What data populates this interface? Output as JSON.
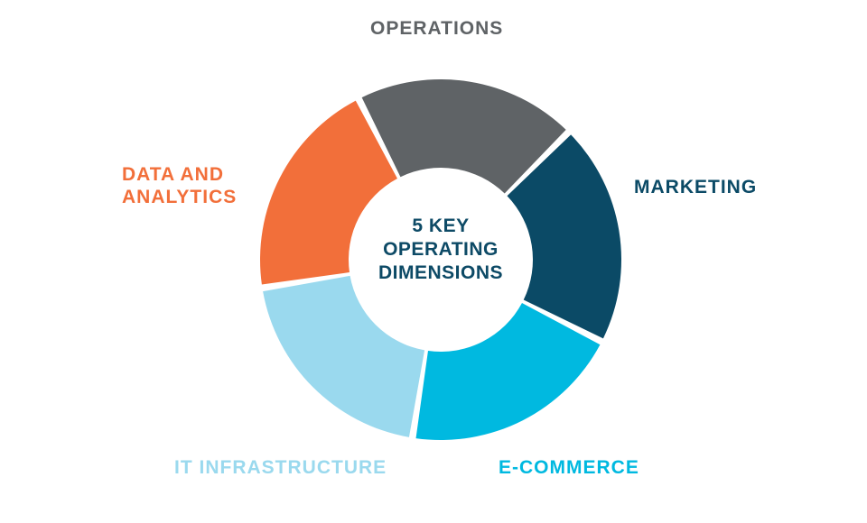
{
  "center": {
    "lines": [
      "5 KEY",
      "OPERATING",
      "DIMENSIONS"
    ],
    "color": "#0d4a66"
  },
  "segments": [
    {
      "id": "operations",
      "label_lines": [
        "OPERATIONS"
      ],
      "color": "#5f6366",
      "label_color": "#5f6366"
    },
    {
      "id": "marketing",
      "label_lines": [
        "MARKETING"
      ],
      "color": "#0b4a66",
      "label_color": "#0b4a66"
    },
    {
      "id": "e-commerce",
      "label_lines": [
        "E-COMMERCE"
      ],
      "color": "#00b9e0",
      "label_color": "#00b9e0"
    },
    {
      "id": "it-infrastructure",
      "label_lines": [
        "IT INFRASTRUCTURE"
      ],
      "color": "#9ad9ee",
      "label_color": "#9ad9ee"
    },
    {
      "id": "data-and-analytics",
      "label_lines": [
        "DATA AND",
        "ANALYTICS"
      ],
      "color": "#f26f3a",
      "label_color": "#f26f3a"
    }
  ]
}
